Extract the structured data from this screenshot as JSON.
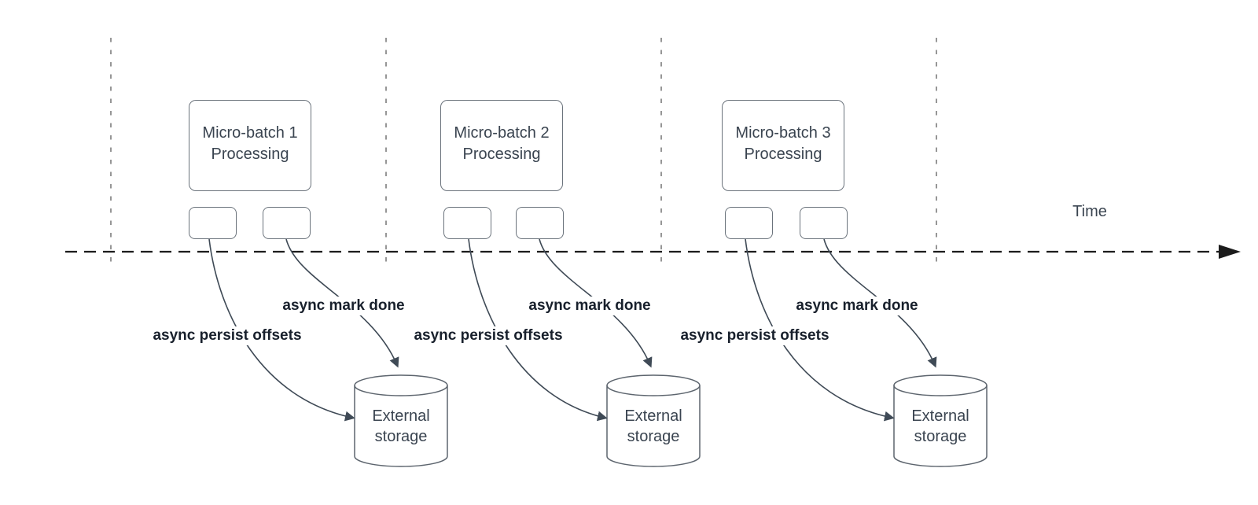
{
  "diagram": {
    "time_axis": {
      "label": "Time"
    },
    "batches": [
      {
        "title_line1": "Micro-batch 1",
        "title_line2": "Processing",
        "persist_label": "async persist offsets",
        "done_label": "async mark done",
        "storage_label": "External storage"
      },
      {
        "title_line1": "Micro-batch 2",
        "title_line2": "Processing",
        "persist_label": "async persist offsets",
        "done_label": "async mark done",
        "storage_label": "External storage"
      },
      {
        "title_line1": "Micro-batch 3",
        "title_line2": "Processing",
        "persist_label": "async persist offsets",
        "done_label": "async mark done",
        "storage_label": "External storage"
      }
    ],
    "colors": {
      "curve_arrow": "#3f4a56",
      "timeline": "#1c1c1c",
      "guide_line": "#969696",
      "shape_border": "#6b737c",
      "shape_text": "#3a4450",
      "arrow_label_text": "#18202c"
    }
  }
}
